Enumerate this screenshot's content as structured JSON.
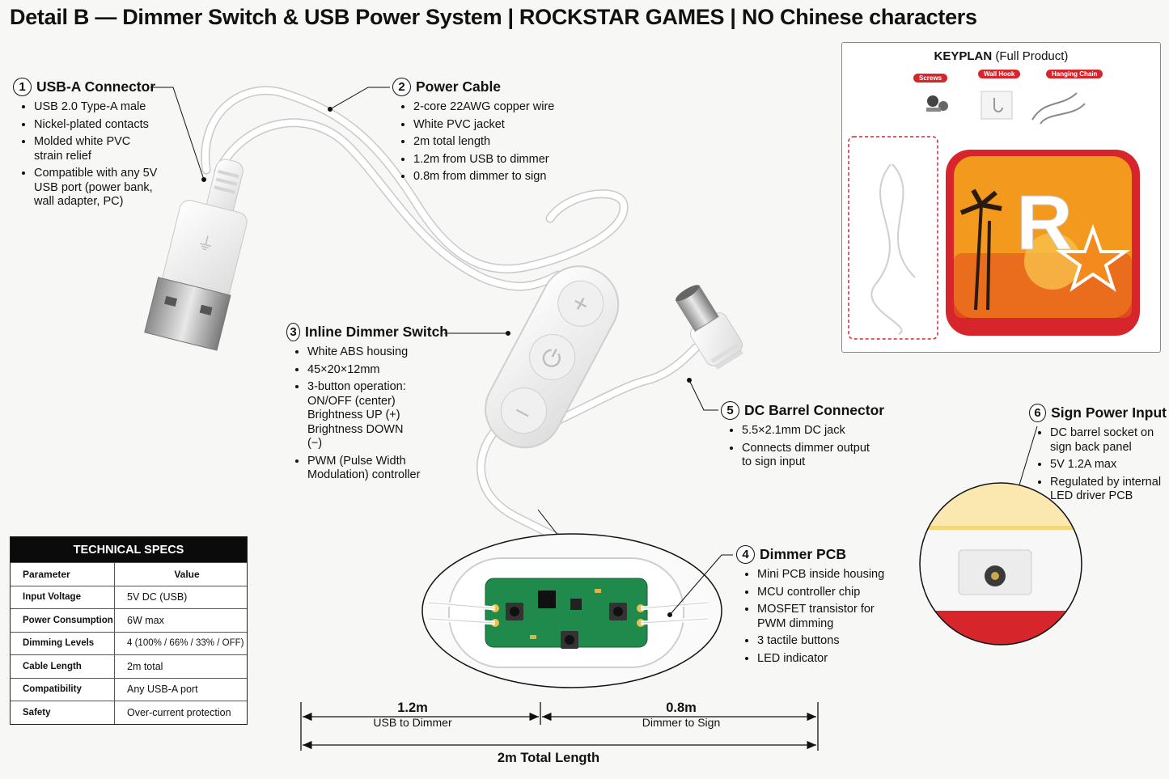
{
  "title": "Detail B — Dimmer Switch & USB Power System | ROCKSTAR GAMES | NO Chinese characters",
  "callouts": {
    "usb": {
      "num": "1",
      "title": "USB-A Connector",
      "items": [
        "USB 2.0 Type-A male",
        "Nickel-plated contacts",
        "Molded white PVC strain relief",
        "Compatible with any 5V USB port (power bank, wall adapter, PC)"
      ]
    },
    "cable": {
      "num": "2",
      "title": "Power Cable",
      "items": [
        "2-core 22AWG copper wire",
        "White PVC jacket",
        "2m total length",
        "1.2m from USB to dimmer",
        "0.8m from dimmer to sign"
      ]
    },
    "dimmer": {
      "num": "3",
      "title": "Inline Dimmer Switch",
      "items": [
        "White ABS housing",
        "45×20×12mm",
        "3-button operation: ON/OFF (center) Brightness UP (+) Brightness DOWN (−)",
        "PWM (Pulse Width Modulation) controller"
      ]
    },
    "pcb": {
      "num": "4",
      "title": "Dimmer PCB",
      "items": [
        "Mini PCB inside housing",
        "MCU controller chip",
        "MOSFET transistor for PWM dimming",
        "3 tactile buttons",
        "LED indicator"
      ]
    },
    "barrel": {
      "num": "5",
      "title": "DC Barrel Connector",
      "items": [
        "5.5×2.1mm DC jack",
        "Connects dimmer output to sign input"
      ]
    },
    "sign": {
      "num": "6",
      "title": "Sign Power Input",
      "items": [
        "DC barrel socket on sign back panel",
        "5V 1.2A max",
        "Regulated by internal LED driver PCB"
      ]
    }
  },
  "specs": {
    "caption": "TECHNICAL SPECS",
    "header": [
      "Parameter",
      "Value"
    ],
    "rows": [
      [
        "Input Voltage",
        "5V DC (USB)"
      ],
      [
        "Power Consumption",
        "6W max"
      ],
      [
        "Dimming Levels",
        "4 (100% / 66% / 33% / OFF)"
      ],
      [
        "Cable Length",
        "2m total"
      ],
      [
        "Compatibility",
        "Any USB-A port"
      ],
      [
        "Safety",
        "Over-current protection"
      ]
    ]
  },
  "keyplan": {
    "title_bold": "KEYPLAN",
    "title_rest": " (Full Product)",
    "tags": [
      "Screws",
      "Wall Hook",
      "Hanging Chain"
    ]
  },
  "dimensions": {
    "seg1_len": "1.2m",
    "seg1_label": "USB to Dimmer",
    "seg2_len": "0.8m",
    "seg2_label": "Dimmer to Sign",
    "total": "2m Total Length"
  },
  "colors": {
    "pcb_green": "#1f8a4c",
    "accent_red": "#d7262b",
    "sunset_orange": "#f39a1e"
  }
}
